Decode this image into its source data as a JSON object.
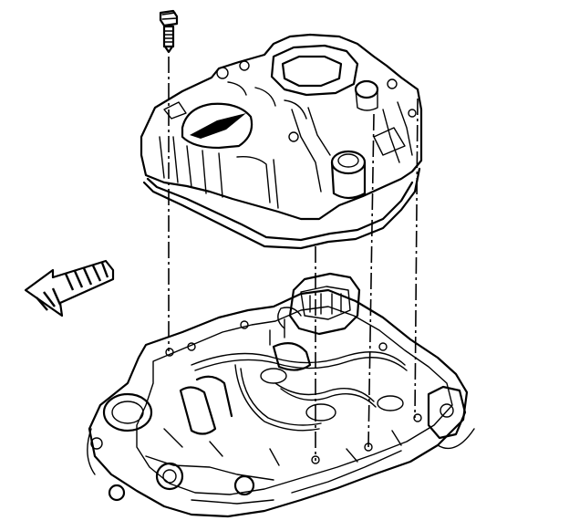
{
  "diagram": {
    "parts": [
      {
        "id": "bolt",
        "icon": "bolt-icon"
      },
      {
        "id": "upper-intake-manifold",
        "icon": "manifold-icon"
      },
      {
        "id": "gasket",
        "icon": "gasket-icon"
      },
      {
        "id": "lower-intake-manifold",
        "icon": "manifold-icon"
      },
      {
        "id": "front-direction-arrow",
        "icon": "arrow-left-icon"
      }
    ],
    "alignment_lines": 4,
    "colors": {
      "ink": "#000000",
      "paper": "#ffffff"
    }
  }
}
